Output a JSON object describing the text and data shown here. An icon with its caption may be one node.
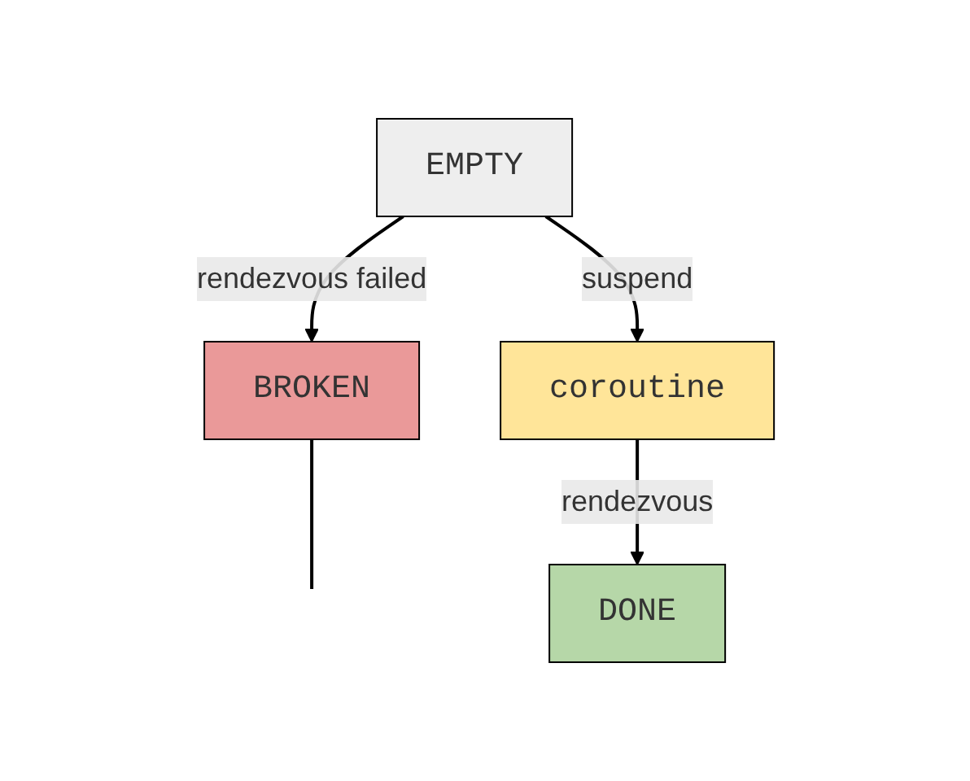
{
  "diagram": {
    "nodes": [
      {
        "text": [
          "EMPTY"
        ]
      },
      {
        "text": [
          "BROKEN"
        ]
      },
      {
        "text": [
          "coroutine"
        ]
      },
      {
        "text": [
          "DONE"
        ]
      }
    ],
    "edges": [
      {
        "from": 0,
        "to": 1,
        "label": "rendezvous failed",
        "arrow": "to"
      },
      {
        "from": 0,
        "to": 2,
        "label": "suspend",
        "arrow": "to"
      },
      {
        "from": 2,
        "to": 3,
        "label": "rendezvous",
        "arrow": "to"
      },
      {
        "from": 1,
        "to": null,
        "arrow": "none"
      }
    ]
  }
}
